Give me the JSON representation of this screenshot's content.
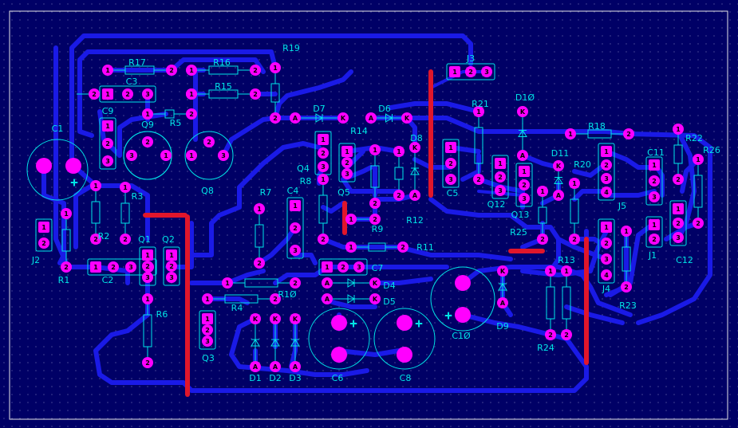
{
  "colors": {
    "background": "#000066",
    "grid_dot": "#5a5aa0",
    "trace": "#1a1ae6",
    "jumper": "#e0162b",
    "pad": "#ff00ff",
    "pad_text": "#000000",
    "silk": "#00e6e6",
    "outline": "#e6e6e6"
  },
  "labels": {
    "R17": "R17",
    "R16": "R16",
    "R15": "R15",
    "R19": "R19",
    "R5": "R5",
    "R3": "R3",
    "R2": "R2",
    "R1": "R1",
    "R6": "R6",
    "R4": "R4",
    "R10": "R1Ø",
    "R7": "R7",
    "R8": "R8",
    "R9": "R9",
    "R11": "R11",
    "R12": "R12",
    "R14": "R14",
    "R13": "R13",
    "R24": "R24",
    "R25": "R25",
    "R18": "R18",
    "R20": "R20",
    "R21": "R21",
    "R22": "R22",
    "R23": "R23",
    "R26": "R26",
    "C1": "C1",
    "C2": "C2",
    "C3": "C3",
    "C4": "C4",
    "C5": "C5",
    "C6": "C6",
    "C7": "C7",
    "C8": "C8",
    "C9": "C9",
    "C10": "C1Ø",
    "C11": "C11",
    "C12": "C12",
    "Q1": "Q1",
    "Q2": "Q2",
    "Q3": "Q3",
    "Q4": "Q4",
    "Q5": "Q5",
    "Q8": "Q8",
    "Q9": "Q9",
    "Q12": "Q12",
    "Q13": "Q13",
    "D1": "D1",
    "D2": "D2",
    "D3": "D3",
    "D4": "D4",
    "D5": "D5",
    "D6": "D6",
    "D7": "D7",
    "D8": "D8",
    "D9": "D9",
    "D10": "D1Ø",
    "D11": "D11",
    "J1": "J1",
    "J2": "J2",
    "J3": "J3",
    "J4": "J4",
    "J5": "J5"
  },
  "pad_text": {
    "one": "1",
    "two": "2",
    "three": "3",
    "four": "4",
    "anode": "A",
    "cathode": "K",
    "plus": "+"
  }
}
